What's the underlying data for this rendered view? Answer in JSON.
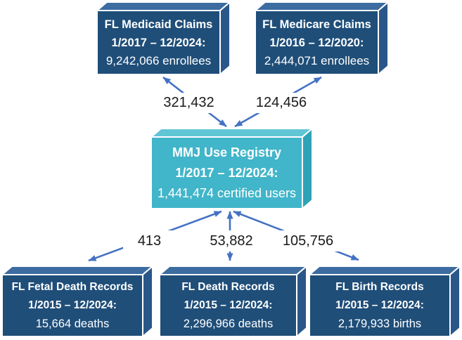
{
  "diagram": {
    "description": "Data linkage flow diagram of Florida health data sources to MMJ Use Registry",
    "nodes": [
      {
        "id": "medicaid",
        "line1": "FL Medicaid Claims",
        "line2": "1/2017 – 12/2024:",
        "line3": "9,242,066 enrollees"
      },
      {
        "id": "medicare",
        "line1": "FL Medicare Claims",
        "line2": "1/2016 – 12/2020:",
        "line3": "2,444,071 enrollees"
      },
      {
        "id": "mmj_registry",
        "line1": "MMJ Use Registry",
        "line2": "1/2017 – 12/2024:",
        "line3": "1,441,474 certified users"
      },
      {
        "id": "fetal_death",
        "line1": "FL Fetal Death Records",
        "line2": "1/2015 – 12/2024:",
        "line3": "15,664 deaths"
      },
      {
        "id": "death",
        "line1": "FL Death Records",
        "line2": "1/2015 – 12/2024:",
        "line3": "2,296,966 deaths"
      },
      {
        "id": "birth",
        "line1": "FL Birth Records",
        "line2": "1/2015 – 12/2024:",
        "line3": "2,179,933 births"
      }
    ],
    "edge_labels": {
      "medicaid_to_mmj": "321,432",
      "medicare_to_mmj": "124,456",
      "mmj_to_fetal_death": "413",
      "mmj_to_death": "53,882",
      "mmj_to_birth": "105,756"
    },
    "colors": {
      "dark_box_front": "#1F4E79",
      "dark_box_top": "#3C6CA0",
      "dark_box_side": "#2A5789",
      "teal_box_front": "#41B5C9",
      "teal_box_top": "#60C5D5",
      "teal_box_side": "#2EA2B7",
      "box_edge": "#FFFFFF",
      "arrow": "#4472C4",
      "label_text": "#1A1A1A"
    }
  }
}
